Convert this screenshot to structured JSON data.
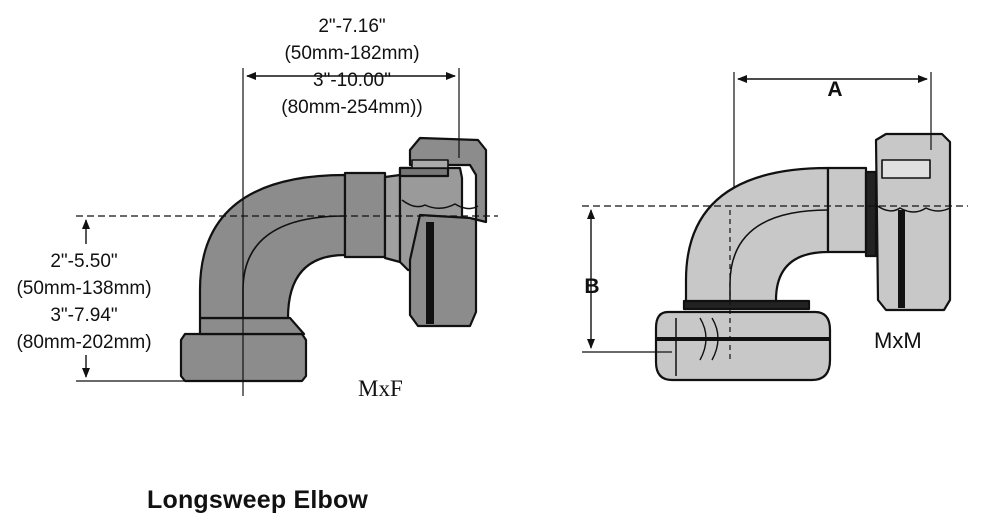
{
  "title": "Longsweep Elbow",
  "mxf": {
    "label": "MxF",
    "width_dims": [
      "2\"-7.16\"",
      "(50mm-182mm)",
      "3\"-10.00\"",
      "(80mm-254mm))"
    ],
    "height_dims": [
      "2\"-5.50\"",
      "(50mm-138mm)",
      "3\"-7.94\"",
      "(80mm-202mm)"
    ]
  },
  "mxm": {
    "label": "MxM",
    "dim_a": "A",
    "dim_b": "B"
  },
  "colors": {
    "mxf_body": "#8c8c8c",
    "mxm_body": "#c8c8c8",
    "outline": "#111111"
  }
}
